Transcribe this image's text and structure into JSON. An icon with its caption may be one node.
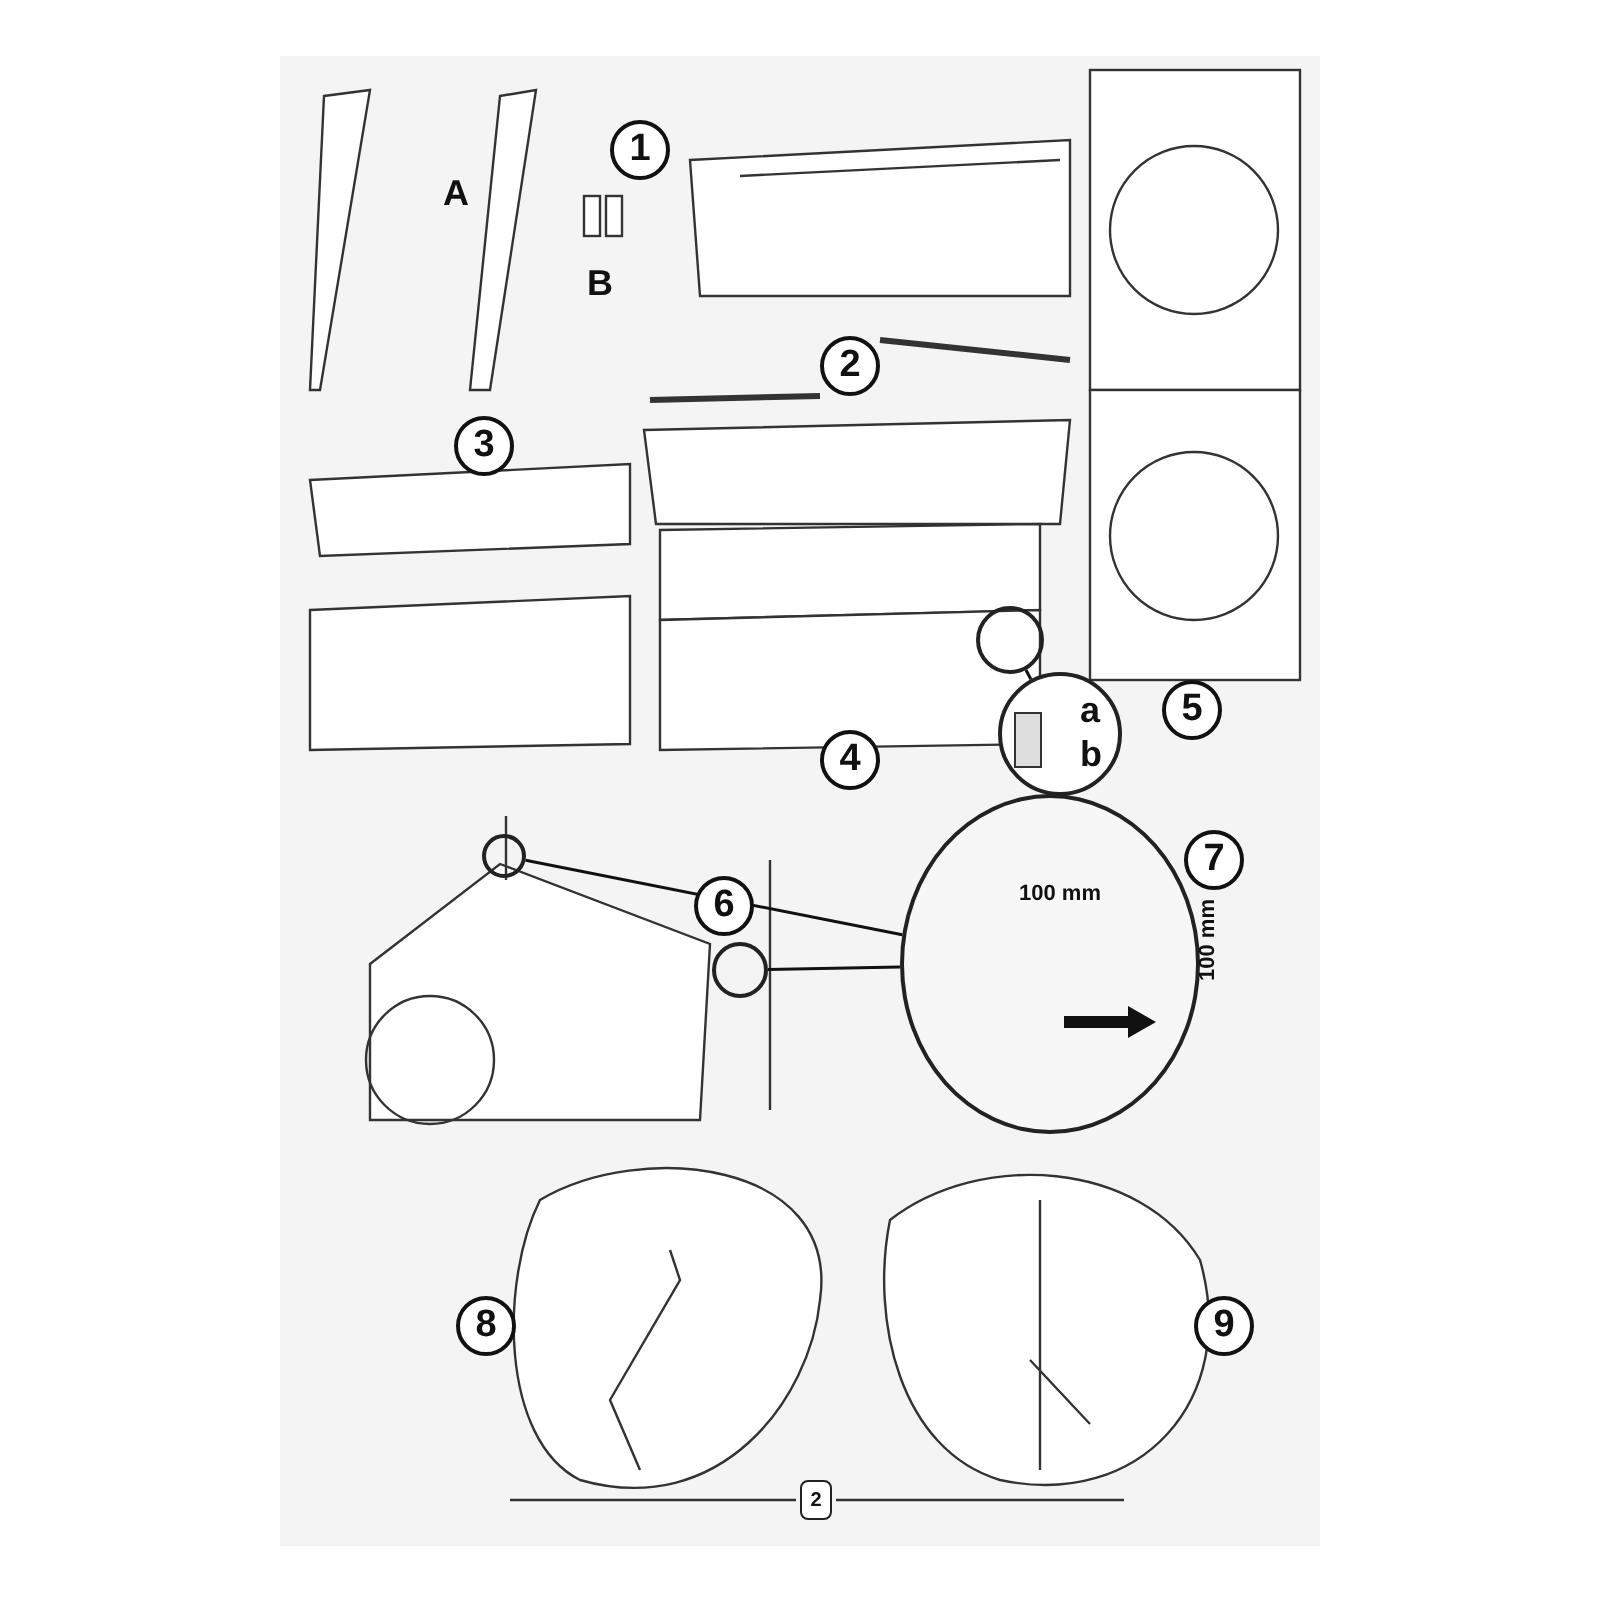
{
  "diagram": {
    "nodes": [
      {
        "text": [
          "1"
        ]
      },
      {
        "text": [
          "2"
        ]
      },
      {
        "text": [
          "3"
        ]
      },
      {
        "text": [
          "4"
        ]
      },
      {
        "text": [
          "5"
        ]
      },
      {
        "text": [
          "6"
        ]
      },
      {
        "text": [
          "7"
        ]
      },
      {
        "text": [
          "8"
        ]
      },
      {
        "text": [
          "9"
        ]
      },
      {
        "text": [
          "2"
        ]
      },
      {
        "text": [],
        "shape": "circle"
      },
      {
        "text": [
          "a",
          "b"
        ]
      },
      {
        "text": [],
        "shape": "circle"
      },
      {
        "text": [],
        "shape": "circle"
      },
      {
        "text": [],
        "shape": "picture"
      }
    ],
    "edges": [
      {
        "from": 10,
        "to": 11,
        "arrow": "none"
      },
      {
        "from": 12,
        "to": 14,
        "arrow": "none"
      },
      {
        "from": 13,
        "to": 14,
        "arrow": "none"
      }
    ],
    "labels": [
      "A",
      "B",
      "100 mm",
      "100 mm"
    ]
  }
}
